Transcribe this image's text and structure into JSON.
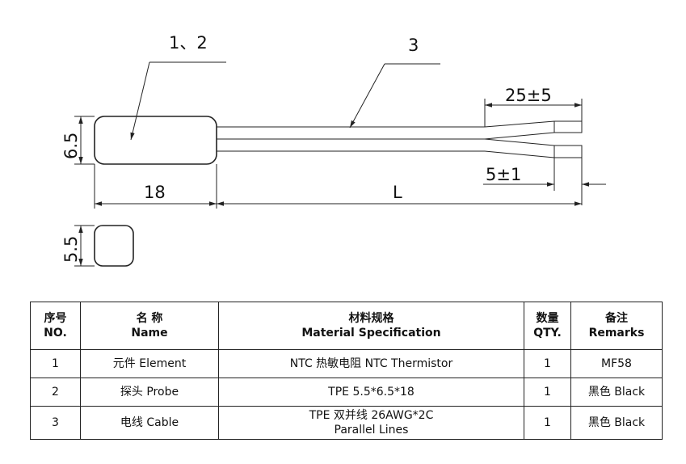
{
  "drawing": {
    "labels": {
      "probe_callout": "1、2",
      "cable_callout": "3",
      "strip_length": "25±5",
      "tin_length": "5±1",
      "probe_height": "6.5",
      "probe_length": "18",
      "cable_length": "L",
      "probe_width": "5.5"
    }
  },
  "table": {
    "headers": [
      {
        "zh": "序号",
        "en": "NO."
      },
      {
        "zh": "名 称",
        "en": "Name"
      },
      {
        "zh": "材料规格",
        "en": "Material Specification"
      },
      {
        "zh": "数量",
        "en": "QTY."
      },
      {
        "zh": "备注",
        "en": "Remarks"
      }
    ],
    "rows": [
      {
        "no": "1",
        "name": "元件 Element",
        "spec": [
          "NTC 热敏电阻 NTC Thermistor"
        ],
        "qty": "1",
        "remarks": "MF58"
      },
      {
        "no": "2",
        "name": "探头 Probe",
        "spec": [
          "TPE 5.5*6.5*18"
        ],
        "qty": "1",
        "remarks": "黑色 Black"
      },
      {
        "no": "3",
        "name": "电线 Cable",
        "spec": [
          "TPE 双并线 26AWG*2C",
          "Parallel Lines"
        ],
        "qty": "1",
        "remarks": "黑色 Black"
      }
    ]
  }
}
